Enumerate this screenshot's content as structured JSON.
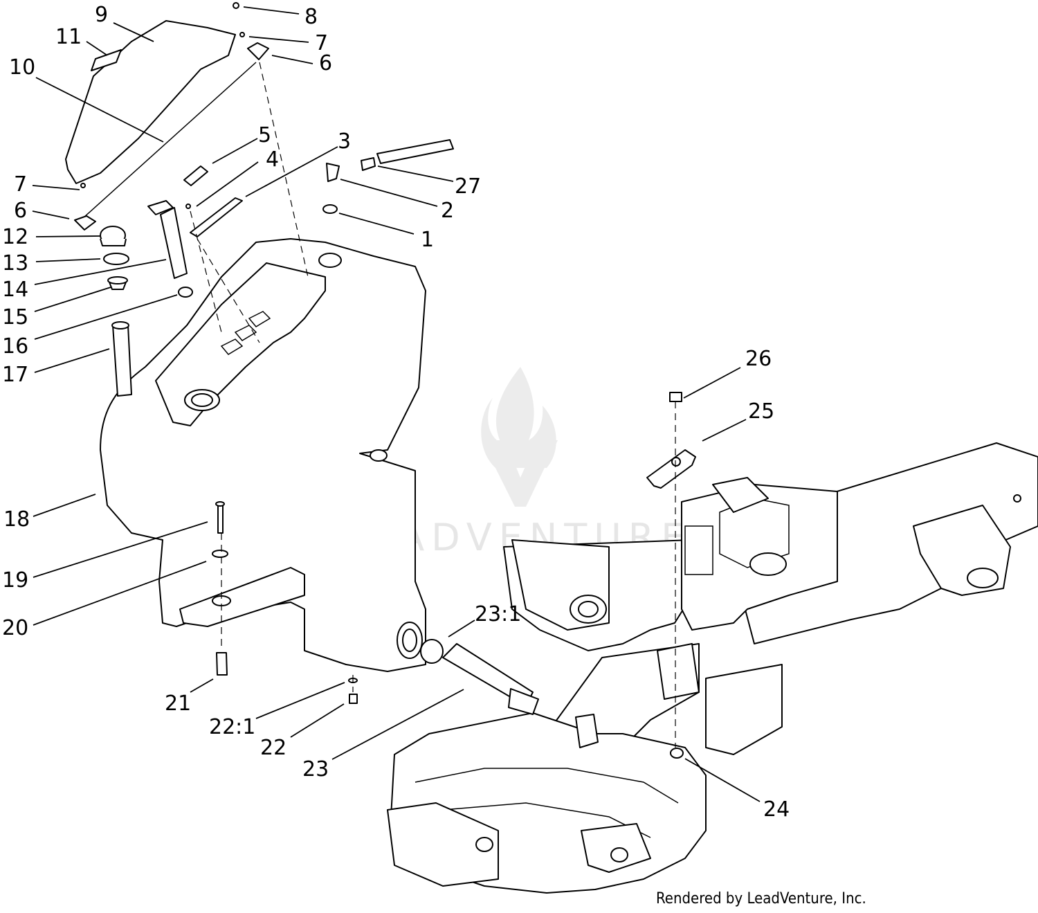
{
  "diagram": {
    "callouts": [
      "9",
      "8",
      "7",
      "11",
      "6",
      "10",
      "5",
      "3",
      "4",
      "7",
      "27",
      "6",
      "2",
      "12",
      "1",
      "13",
      "14",
      "15",
      "16",
      "17",
      "26",
      "25",
      "18",
      "19",
      "20",
      "23:1",
      "21",
      "22:1",
      "22",
      "23",
      "24"
    ],
    "credit": "Rendered by LeadVenture, Inc.",
    "watermark": "LEADVENTURE"
  }
}
